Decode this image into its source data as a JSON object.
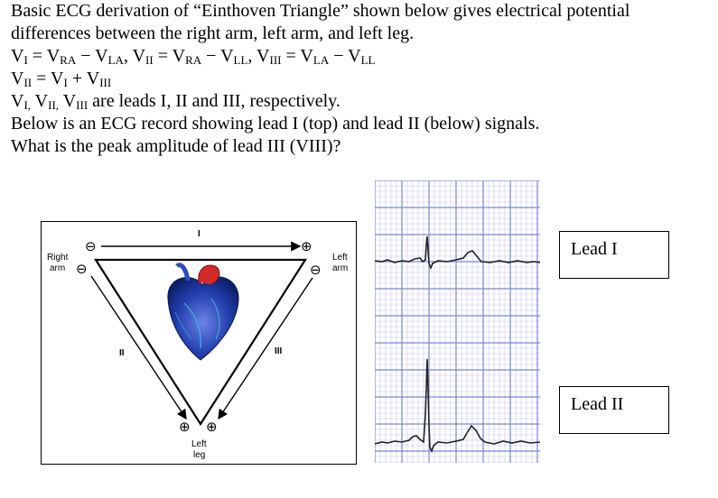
{
  "intro": {
    "line1": "Basic ECG derivation of “Einthoven Triangle” shown below gives electrical potential",
    "line2": "differences between the right arm, left arm, and left leg."
  },
  "equations": {
    "eq1": {
      "v": "V",
      "s1": "I",
      "eqa": " = V",
      "s2": "RA",
      "m1": " − V",
      "s3": "LA",
      "c1": ", V",
      "s4": "II",
      "eqb": " = V",
      "s5": "RA",
      "m2": " − V",
      "s6": "LL",
      "c2": ", V",
      "s7": "III",
      "eqc": " = V",
      "s8": "LA",
      "m3": " − V",
      "s9": "LL"
    },
    "eq2": {
      "v": "V",
      "s1": "II",
      "eqa": " = V",
      "s2": "I",
      "p": " + V",
      "s3": "III"
    }
  },
  "leads_line": {
    "v1": "V",
    "s1": "I,",
    "v2": " V",
    "s2": "II,",
    "v3": " V",
    "s3": "III",
    "rest": " are leads I, II and III, respectively."
  },
  "record_line": "Below is an ECG record showing lead I (top) and lead II (below) signals.",
  "question": "What is the peak amplitude of lead III (VIII)?",
  "diagram": {
    "lead_I": "I",
    "lead_II": "II",
    "lead_III": "III",
    "right_arm": [
      "Right",
      "arm"
    ],
    "left_arm": [
      "Left",
      "arm"
    ],
    "left_leg": [
      "Left",
      "leg"
    ],
    "minus": "⊖",
    "plus": "⊕",
    "grid_color": "#6f7fe0",
    "heart_colors": [
      "#1f3ea8",
      "#d32a2a"
    ]
  },
  "lead_boxes": {
    "lead1": "Lead I",
    "lead2": "Lead II"
  },
  "ecg": {
    "grid_color": "#7b86d9",
    "fine_grid_color": "#c3c8ef",
    "trace_color": "#222222"
  }
}
